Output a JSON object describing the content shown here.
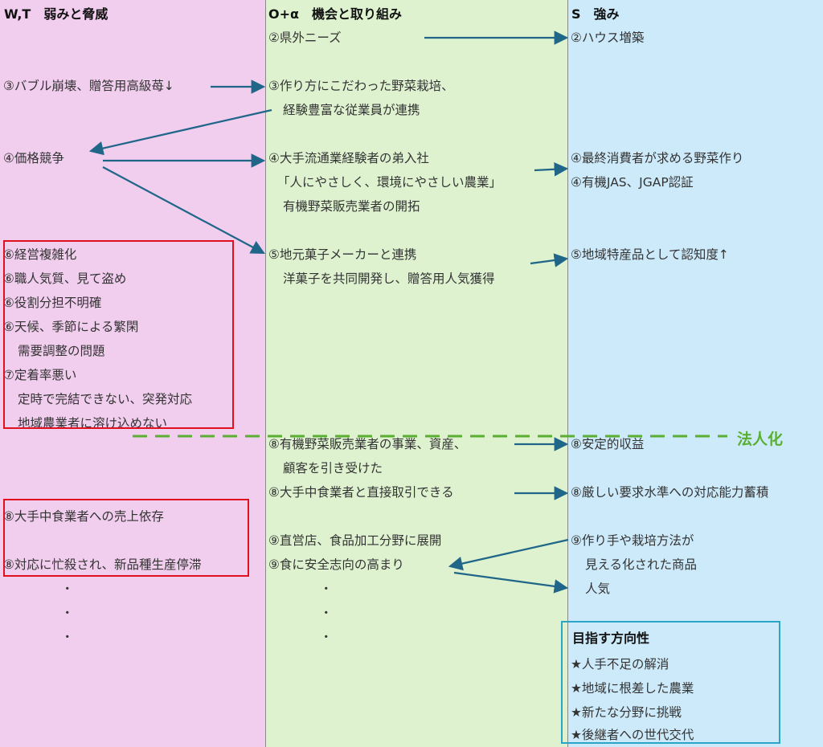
{
  "headers": {
    "wt": "W,T　弱みと脅威",
    "o": "O+α　機会と取り組み",
    "s": "S　強み"
  },
  "weak": {
    "w3": "③バブル崩壊、贈答用高級苺↓",
    "w4": "④価格競争",
    "w6a": "⑥経営複雑化",
    "w6b": "⑥職人気質、見て盗め",
    "w6c": "⑥役割分担不明確",
    "w6d": "⑥天候、季節による繁閑",
    "w6e": "需要調整の問題",
    "w7a": "⑦定着率悪い",
    "w7b": "定時で完結できない、突発対応",
    "w7c": "地域農業者に溶け込めない",
    "w8a": "⑧大手中食業者への売上依存",
    "w8b": "⑧対応に忙殺され、新品種生産停滞",
    "dots": "・"
  },
  "opp": {
    "o2": "②県外ニーズ",
    "o3a": "③作り方にこだわった野菜栽培、",
    "o3b": "経験豊富な従業員が連携",
    "o4a": "④大手流通業経験者の弟入社",
    "o4b": "「人にやさしく、環境にやさしい農業」",
    "o4c": "有機野菜販売業者の開拓",
    "o5a": "⑤地元菓子メーカーと連携",
    "o5b": "洋菓子を共同開発し、贈答用人気獲得",
    "o8a": "⑧有機野菜販売業者の事業、資産、",
    "o8b": "顧客を引き受けた",
    "o8c": "⑧大手中食業者と直接取引できる",
    "o9a": "⑨直営店、食品加工分野に展開",
    "o9b": "⑨食に安全志向の高まり",
    "dots": "・"
  },
  "str": {
    "s2": "②ハウス増築",
    "s4a": "④最終消費者が求める野菜作り",
    "s4b": "④有機JAS、JGAP認証",
    "s5": "⑤地域特産品として認知度↑",
    "s8a": "⑧安定的収益",
    "s8b": "⑧厳しい要求水準への対応能力蓄積",
    "s9a": "⑨作り手や栽培方法が",
    "s9b": "見える化された商品",
    "s9c": "人気"
  },
  "incorporation_label": "法人化",
  "direction": {
    "title": "目指す方向性",
    "items": [
      "★人手不足の解消",
      "★地域に根差した農業",
      "★新たな分野に挑戦",
      "★後継者への世代交代"
    ]
  },
  "colors": {
    "arrow": "#1f6688",
    "red": "#e0101e",
    "green": "#5aae32",
    "blue": "#2aa5c8"
  }
}
